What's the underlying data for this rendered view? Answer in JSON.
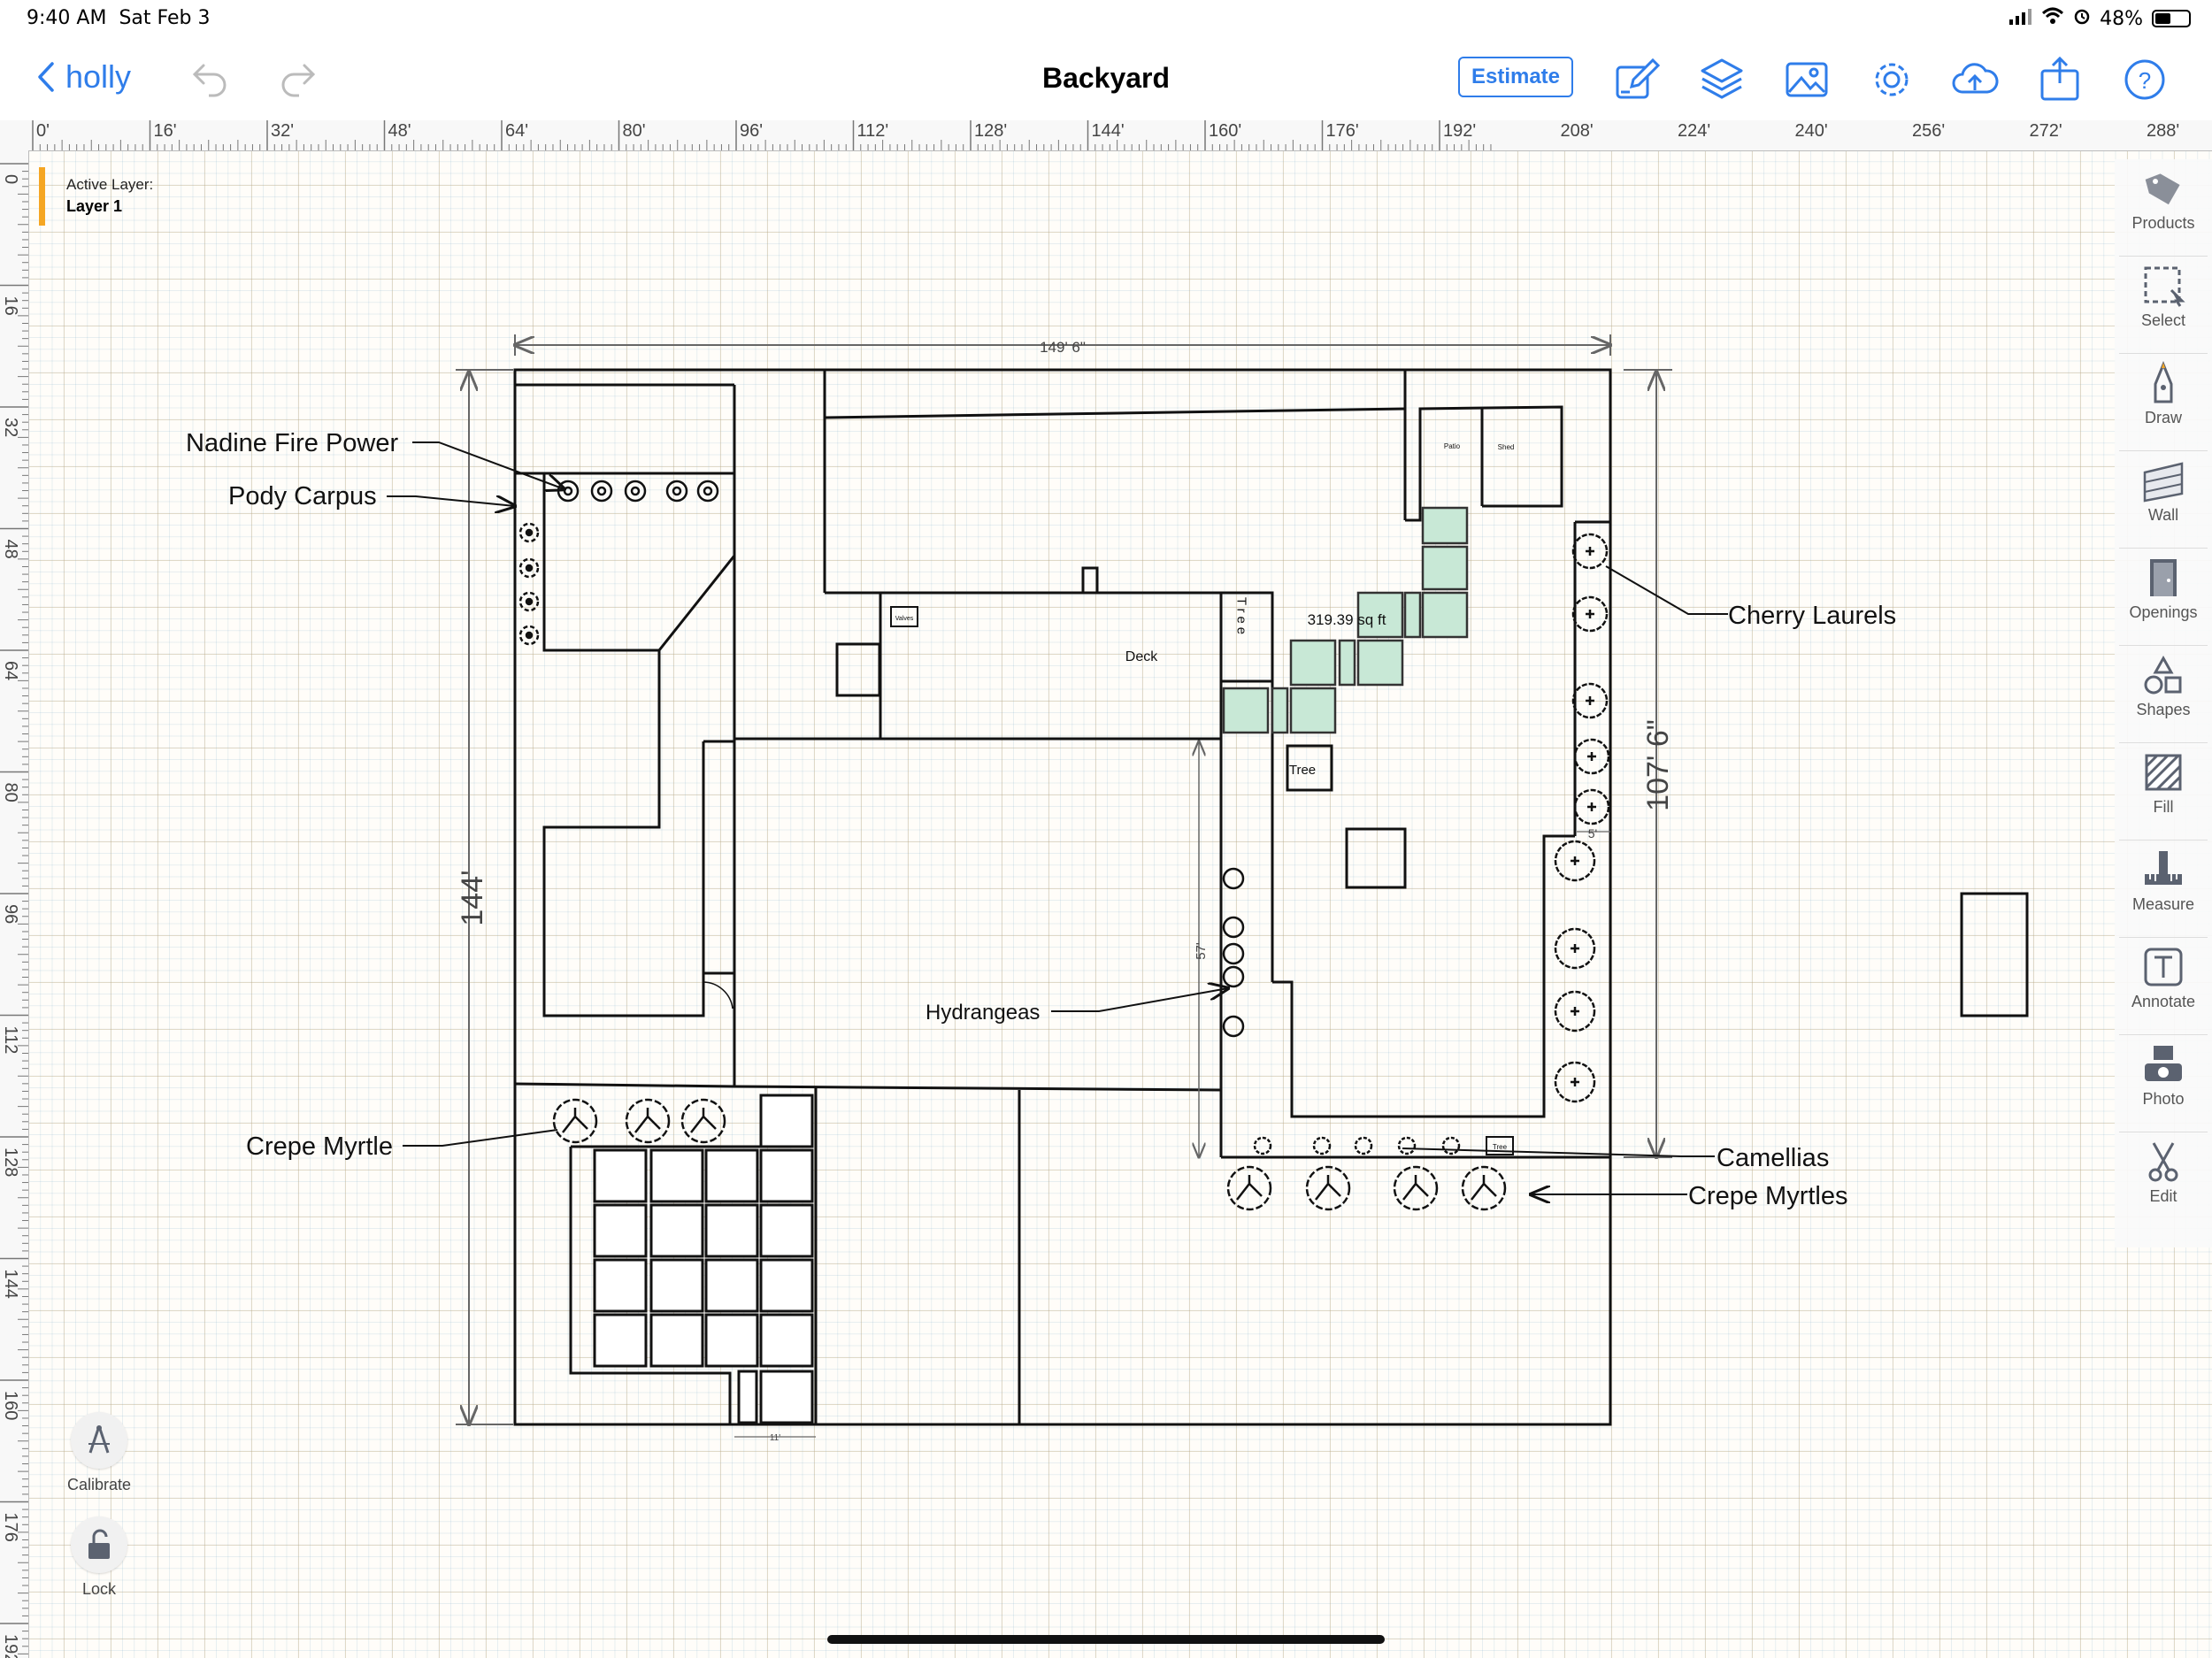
{
  "status_bar": {
    "time": "9:40 AM",
    "date": "Sat Feb 3",
    "battery": "48%",
    "battery_level": 0.48
  },
  "toolbar": {
    "back_label": "holly",
    "title": "Backyard",
    "estimate_label": "Estimate",
    "icons": [
      "undo-icon",
      "redo-icon",
      "edit-icon",
      "layers-icon",
      "image-icon",
      "gear-icon",
      "cloud-upload-icon",
      "share-icon",
      "help-icon"
    ]
  },
  "ruler": {
    "horizontal": [
      "0'",
      "16'",
      "32'",
      "48'",
      "64'",
      "80'",
      "96'",
      "112'",
      "128'",
      "144'",
      "160'",
      "176'",
      "192'",
      "208'",
      "224'",
      "240'",
      "256'",
      "272'",
      "288'"
    ],
    "vertical": [
      "0",
      "16",
      "32",
      "48",
      "64",
      "80",
      "96",
      "112",
      "128",
      "144",
      "160",
      "176",
      "192"
    ]
  },
  "active_layer": {
    "label": "Active Layer:",
    "name": "Layer 1",
    "accent": "#f5a623"
  },
  "plan": {
    "dim_width": "149' 6\"",
    "dim_height_left": "144'",
    "dim_height_right": "107' 6\"",
    "dim_57": "57'",
    "dim_5": "5'",
    "dim_11": "11'",
    "area_label": "319.39 sq ft",
    "deck_label": "Deck",
    "tree_vertical": "Tree",
    "tree_label": "Tree",
    "tree_small": "Tree",
    "valves_label": "Valves",
    "patio_label": "Patio",
    "shed_label": "Shed",
    "callouts": {
      "nadine": "Nadine Fire Power",
      "pody": "Pody Carpus",
      "cherry": "Cherry Laurels",
      "hydrangeas": "Hydrangeas",
      "crepe_myrtle": "Crepe Myrtle",
      "camellias": "Camellias",
      "crepe_myrtles": "Crepe Myrtles"
    },
    "paver_color": "#c8e8d6"
  },
  "right_tools": [
    {
      "label": "Products",
      "icon": "tag-icon"
    },
    {
      "label": "Select",
      "icon": "select-icon"
    },
    {
      "label": "Draw",
      "icon": "pen-icon"
    },
    {
      "label": "Wall",
      "icon": "brick-wall-icon"
    },
    {
      "label": "Openings",
      "icon": "door-icon"
    },
    {
      "label": "Shapes",
      "icon": "shapes-icon"
    },
    {
      "label": "Fill",
      "icon": "fill-hatch-icon"
    },
    {
      "label": "Measure",
      "icon": "ruler-icon"
    },
    {
      "label": "Annotate",
      "icon": "text-box-icon"
    },
    {
      "label": "Photo",
      "icon": "camera-icon"
    },
    {
      "label": "Edit",
      "icon": "scissors-icon"
    }
  ],
  "left_tools": {
    "calibrate": "Calibrate",
    "lock": "Lock"
  },
  "colors": {
    "accent": "#2f7dea",
    "line": "#111111"
  }
}
